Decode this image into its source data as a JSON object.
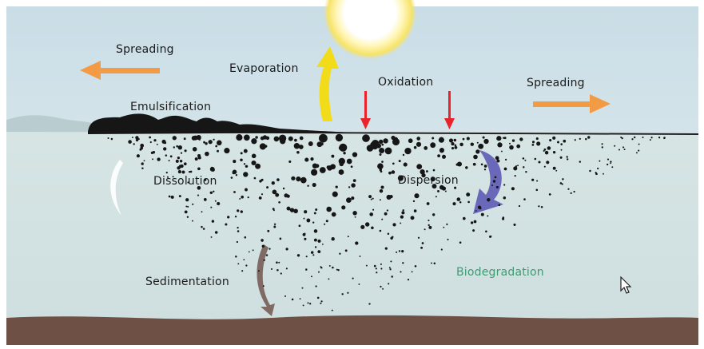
{
  "labels": {
    "spreading_left": "Spreading",
    "spreading_right": "Spreading",
    "evaporation": "Evaporation",
    "oxidation": "Oxidation",
    "emulsification": "Emulsification",
    "dissolution": "Dissolution",
    "dispersion": "Dispersion",
    "sedimentation": "Sedimentation",
    "biodegradation": "Biodegradation"
  },
  "colors": {
    "sky": "#dde9ee",
    "water": "#d3e2e2",
    "seabed": "#6e5144",
    "oil": "#161616",
    "spreading_arrow": "#f39a45",
    "evaporation_arrow": "#f2dc1a",
    "oxidation_arrow": "#e8232a",
    "dispersion_arrow": "#6a68b8",
    "sedimentation_arrow": "#7f6b64",
    "biodegradation_text": "#3f9a72"
  },
  "icons": {
    "sun": "sun-icon",
    "cursor": "mouse-cursor-icon"
  }
}
